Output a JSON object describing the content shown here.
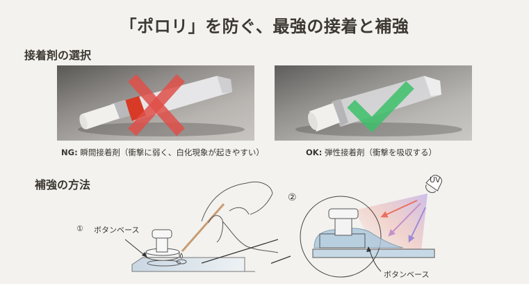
{
  "title": "「ポロリ」を防ぐ、最強の接着と補強",
  "sections": {
    "adhesive": {
      "heading": "接着剤の選択",
      "ng": {
        "prefix": "NG:",
        "text": "瞬間接着剤（衝撃に弱く、白化現象が起きやすい）",
        "mark": "x-mark",
        "mark_color": "#e0504a"
      },
      "ok": {
        "prefix": "OK:",
        "text": "弾性接着剤（衝撃を吸収する）",
        "mark": "check-mark",
        "mark_color": "#3cc06a"
      }
    },
    "reinforce": {
      "heading": "補強の方法",
      "step1": {
        "number": "①",
        "label": "ボタンベース"
      },
      "step2": {
        "number": "②",
        "label": "ボタンベース"
      },
      "uv_label": "UV"
    }
  }
}
